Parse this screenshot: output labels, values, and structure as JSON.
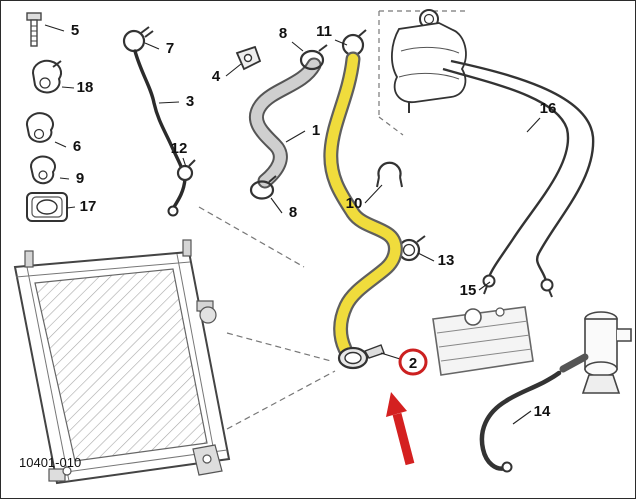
{
  "diagram": {
    "figure_id": "10401-010",
    "selected_part": {
      "num": "2"
    },
    "parts": [
      {
        "num": "5"
      },
      {
        "num": "7"
      },
      {
        "num": "18"
      },
      {
        "num": "4"
      },
      {
        "num": "8"
      },
      {
        "num": "11"
      },
      {
        "num": "3"
      },
      {
        "num": "6"
      },
      {
        "num": "12"
      },
      {
        "num": "1"
      },
      {
        "num": "9"
      },
      {
        "num": "17"
      },
      {
        "num": "8"
      },
      {
        "num": "10"
      },
      {
        "num": "16"
      },
      {
        "num": "13"
      },
      {
        "num": "15"
      },
      {
        "num": "14"
      }
    ],
    "colors": {
      "highlight": "#f0dc3c",
      "callout_ring": "#cc2020",
      "arrow": "#d42020"
    }
  }
}
